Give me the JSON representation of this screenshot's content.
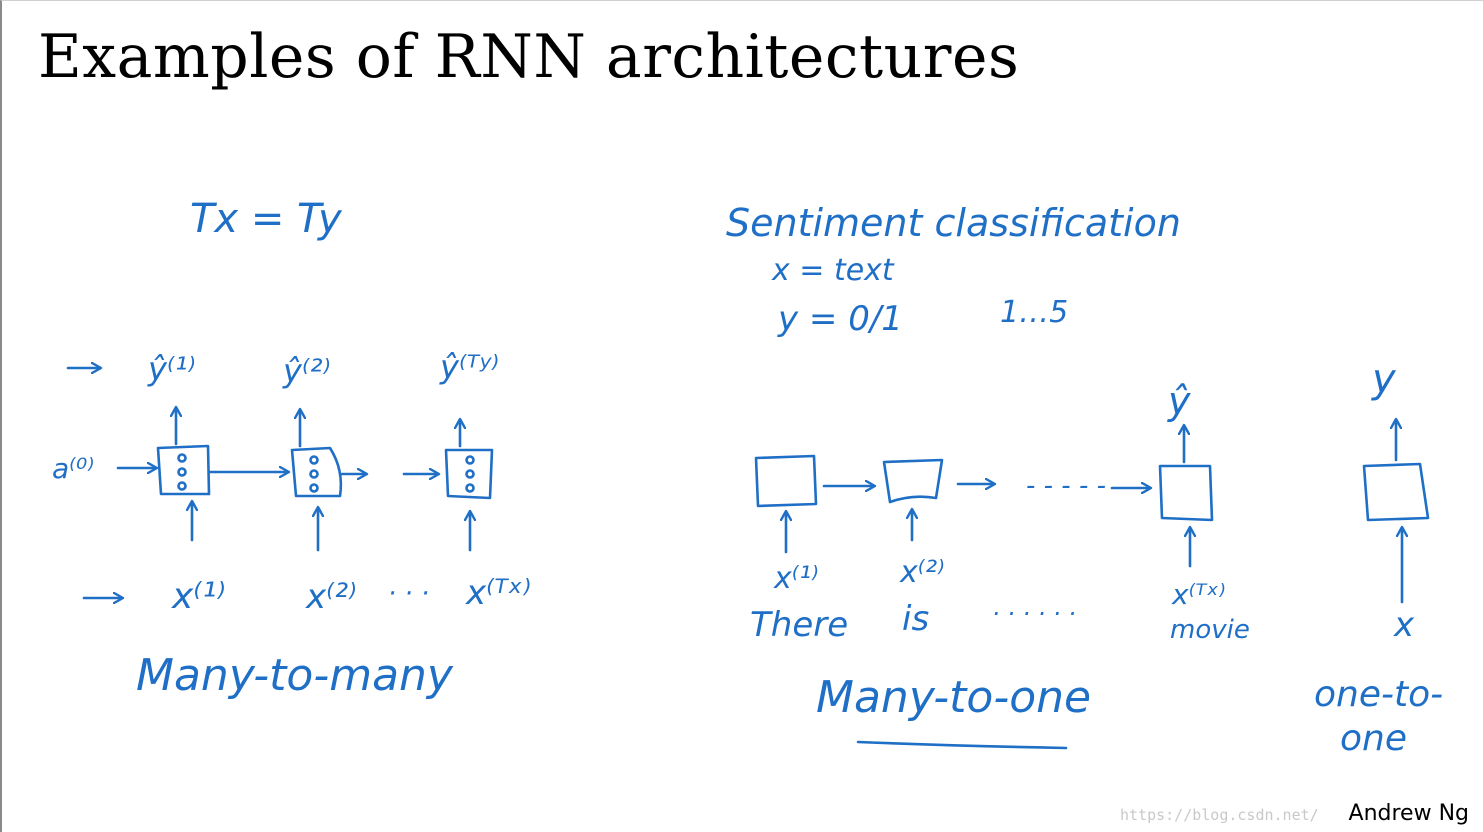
{
  "slide": {
    "title": "Examples of RNN architectures",
    "author": "Andrew Ng",
    "watermark": "https://blog.csdn.net/"
  },
  "left_panel": {
    "condition": "Tx = Ty",
    "outputs": [
      "ŷ⁽¹⁾",
      "ŷ⁽²⁾",
      "ŷ⁽ᵀʸ⁾"
    ],
    "inputs": [
      "x⁽¹⁾",
      "x⁽²⁾",
      "x⁽ᵀˣ⁾"
    ],
    "initial_activation": "a⁽⁰⁾",
    "ellipsis": "· · ·",
    "caption": "Many-to-many"
  },
  "middle_panel": {
    "task": "Sentiment classification",
    "x_def": "x = text",
    "y_def": "y = 0/1",
    "y_range": "1…5",
    "output": "ŷ",
    "inputs": [
      "x⁽¹⁾",
      "x⁽²⁾",
      "x⁽ᵀˣ⁾"
    ],
    "words": [
      "There",
      "is",
      "movie"
    ],
    "word_dots": "· · · · · ·",
    "chain_dots": "- - - - -",
    "caption": "Many-to-one"
  },
  "right_panel": {
    "output": "y",
    "input": "x",
    "caption_line1": "one-to-",
    "caption_line2": "one"
  }
}
